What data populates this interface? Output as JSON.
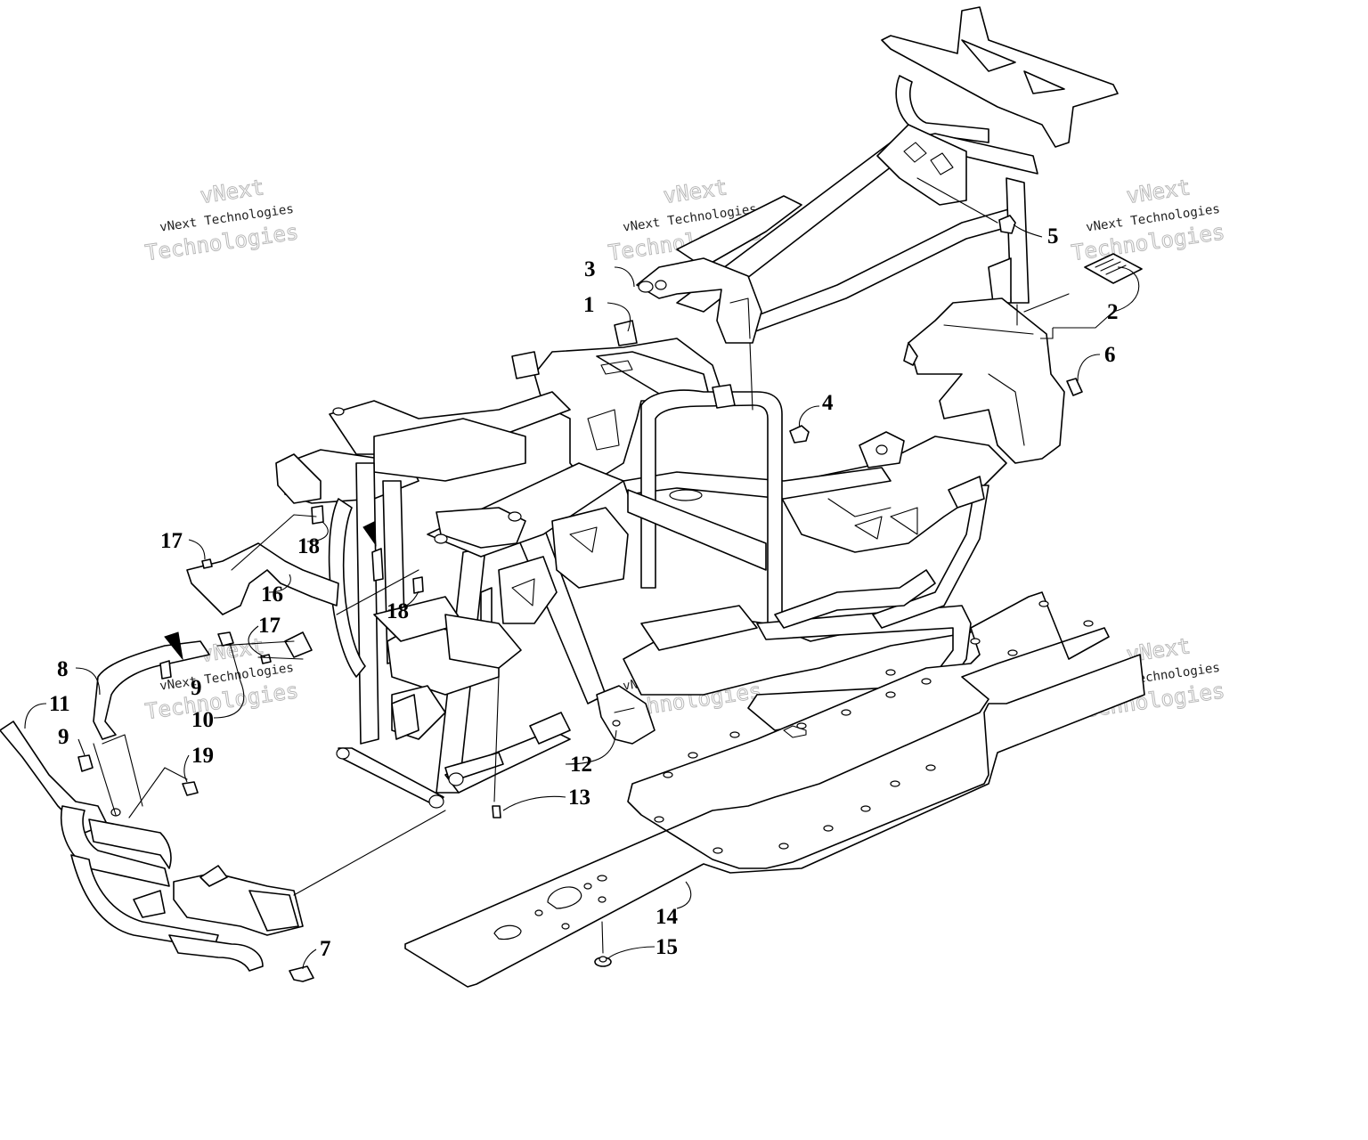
{
  "diagram": {
    "watermark_name": "vNext",
    "watermark_company": "vNext Technologies",
    "watermark_word": "Technologies",
    "callouts": [
      "1",
      "2",
      "3",
      "4",
      "5",
      "6",
      "7",
      "8",
      "9",
      "10",
      "11",
      "12",
      "13",
      "14",
      "15",
      "16",
      "17",
      "18",
      "19"
    ],
    "callout_duplicates": {
      "9": "9",
      "17": "17",
      "18": "18"
    },
    "colors": {
      "line": "#000000",
      "background": "#ffffff",
      "watermark_outline": "#b8b8b8"
    }
  }
}
